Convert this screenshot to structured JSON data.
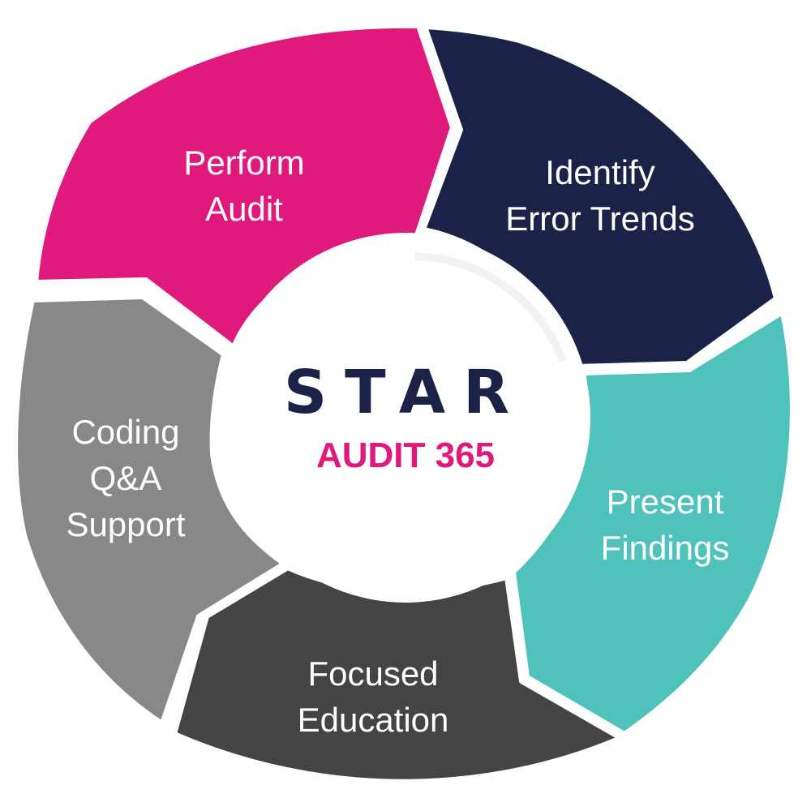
{
  "center": {
    "title": "STAR",
    "subtitle": "AUDIT 365",
    "title_color": "#1a2248",
    "subtitle_color": "#e0197d"
  },
  "segments": [
    {
      "name": "perform-audit",
      "color": "#e0197d",
      "label": [
        "Perform",
        "Audit"
      ]
    },
    {
      "name": "identify-error-trends",
      "color": "#1a2248",
      "label": [
        "Identify",
        "Error Trends"
      ]
    },
    {
      "name": "present-findings",
      "color": "#4fc3bb",
      "label": [
        "Present",
        "Findings"
      ]
    },
    {
      "name": "focused-education",
      "color": "#444444",
      "label": [
        "Focused",
        "Education"
      ]
    },
    {
      "name": "coding-qa-support",
      "color": "#888888",
      "label": [
        "Coding",
        "Q&A",
        "Support"
      ]
    }
  ]
}
